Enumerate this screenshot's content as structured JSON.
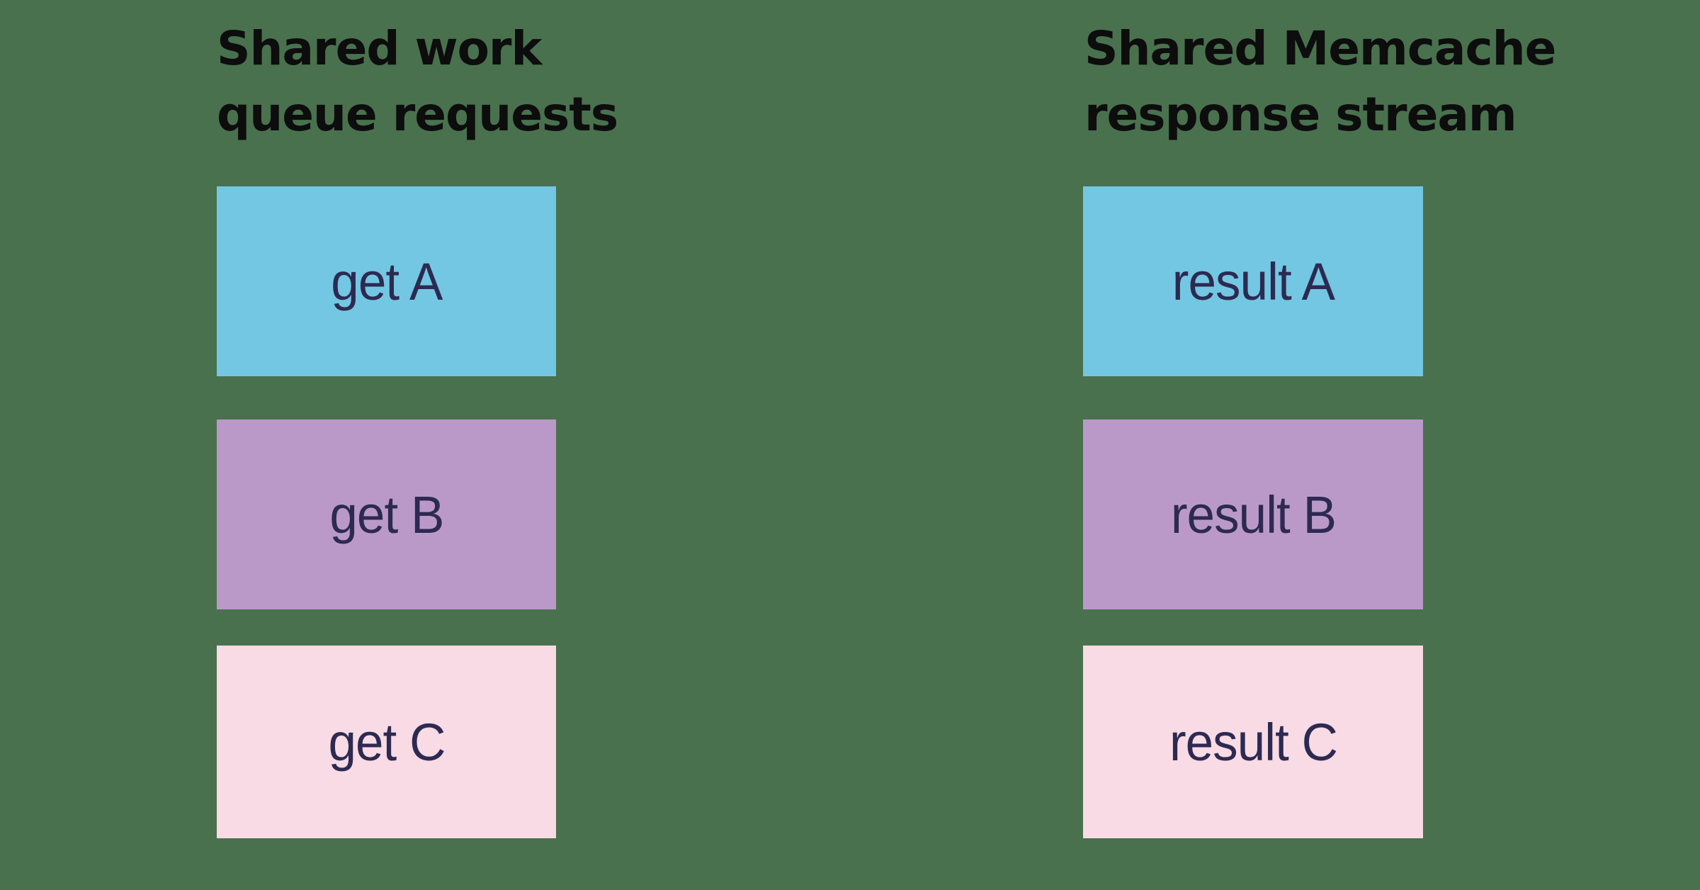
{
  "page": {
    "background": "#49714e"
  },
  "colors": {
    "box_blue": "#73c7e3",
    "box_purple": "#ba99c8",
    "box_pink": "#f8dbe4",
    "label_text": "#2d2a52",
    "title_text": "#0d0d0d"
  },
  "columns": [
    {
      "title_line1": "Shared work",
      "title_line2": "queue requests",
      "boxes": [
        {
          "label": "get A",
          "color": "#73c7e3"
        },
        {
          "label": "get B",
          "color": "#ba99c8"
        },
        {
          "label": "get C",
          "color": "#f8dbe4"
        }
      ]
    },
    {
      "title_line1": "Shared Memcache",
      "title_line2": "response stream",
      "boxes": [
        {
          "label": "result A",
          "color": "#73c7e3"
        },
        {
          "label": "result B",
          "color": "#ba99c8"
        },
        {
          "label": "result C",
          "color": "#f8dbe4"
        }
      ]
    }
  ]
}
